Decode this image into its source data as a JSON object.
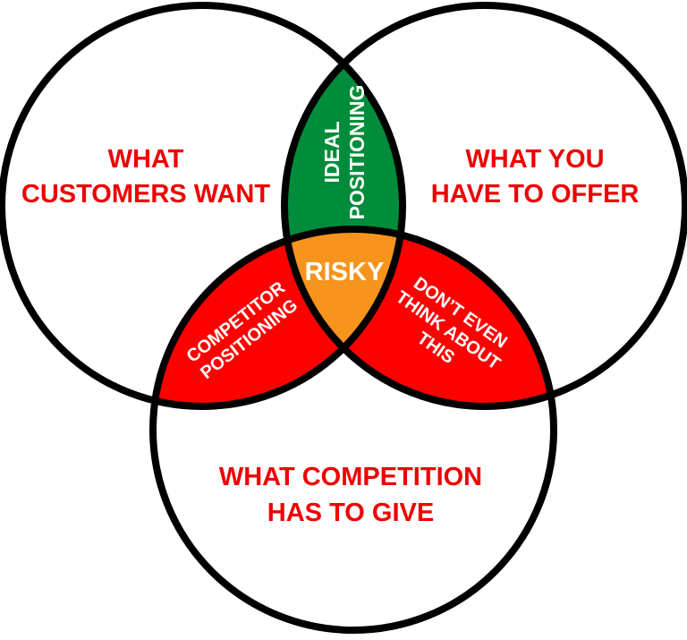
{
  "colors": {
    "ideal": "#008c3a",
    "risky": "#f7941d",
    "red_region": "#ff0000",
    "label": "#ee0000",
    "outline": "#000000"
  },
  "circles": {
    "customers": {
      "line1": "WHAT",
      "line2": "CUSTOMERS WANT"
    },
    "offer": {
      "line1": "WHAT YOU",
      "line2": "HAVE TO OFFER"
    },
    "competition": {
      "line1": "WHAT COMPETITION",
      "line2": "HAS TO GIVE"
    }
  },
  "regions": {
    "ideal": {
      "line1": "IDEAL",
      "line2": "POSITIONING"
    },
    "risky": {
      "label": "RISKY"
    },
    "competitor": {
      "line1": "COMPETITOR",
      "line2": "POSITIONING"
    },
    "dont": {
      "line1": "DON’T EVEN",
      "line2": "THINK ABOUT",
      "line3": "THIS"
    }
  }
}
